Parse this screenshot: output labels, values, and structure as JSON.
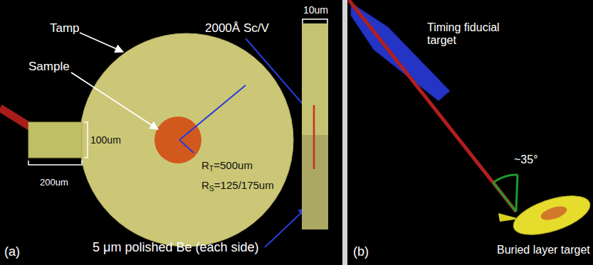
{
  "diagram": {
    "labels": [
      "Tamp",
      "Sample",
      "2000Å Sc/V",
      "10um",
      "100um",
      "RT=500um",
      "RS=125/175um",
      "200um",
      "5 μm polished Be (each side)",
      "(a)",
      "Timing fiducial target",
      "~35°",
      "Buried layer target",
      "(b)"
    ]
  }
}
